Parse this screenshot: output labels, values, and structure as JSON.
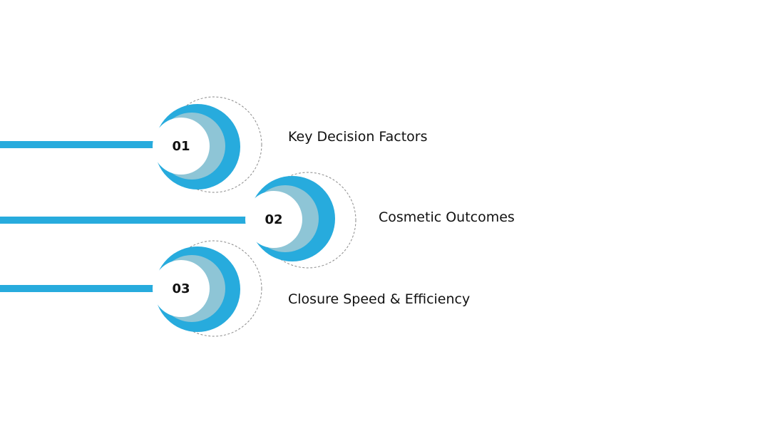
{
  "colors": {
    "primary": "#27ABDD",
    "secondary": "#8EC5D6",
    "badge": "#FFFFFF",
    "dashed_ring": "#8A8A8A",
    "text": "#111111",
    "background": "#FFFFFF"
  },
  "steps": [
    {
      "number": "01",
      "label": "Key Decision Factors"
    },
    {
      "number": "02",
      "label": "Cosmetic Outcomes"
    },
    {
      "number": "03",
      "label": "Closure Speed & Efficiency"
    }
  ]
}
